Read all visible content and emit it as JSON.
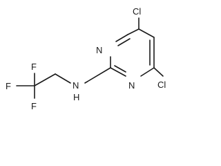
{
  "molecule": {
    "atoms": {
      "cl_top": "Cl",
      "cl_bottom": "Cl",
      "n_ring_top": "N",
      "n_ring_bottom": "N",
      "nh": "N",
      "h": "H",
      "f_top": "F",
      "f_left": "F",
      "f_bottom": "F"
    }
  }
}
